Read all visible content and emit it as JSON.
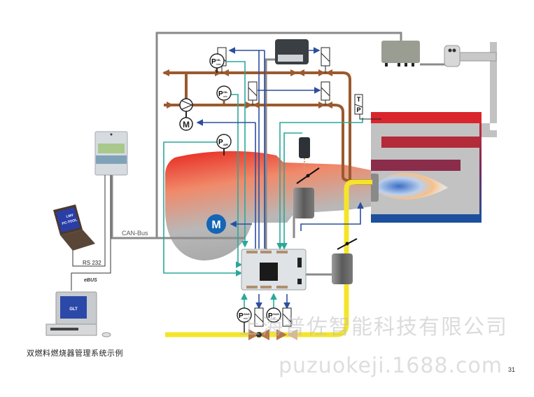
{
  "diagram": {
    "caption": "双燃料燃烧器管理系统示例",
    "labels": {
      "can_bus": "CAN-Bus",
      "rs232": "RS 232",
      "ebus": "eBUS",
      "laptop_screen": [
        "LMV",
        "PC-TOOL"
      ],
      "glt_screen": "GLT",
      "motor": "M",
      "pump_motor": "M",
      "tp_switch": [
        "T",
        "P"
      ]
    },
    "pressure_gauges": [
      {
        "id": "oil-max",
        "letter": "P",
        "sub": "OIL",
        "subsub": "max"
      },
      {
        "id": "oil-min",
        "letter": "P",
        "sub": "OIL",
        "subsub": "min"
      },
      {
        "id": "air",
        "letter": "P",
        "sub": "AIR",
        "subsub": ""
      },
      {
        "id": "gas-min",
        "letter": "P",
        "sub": "GAS",
        "subsub": "min"
      },
      {
        "id": "gas-lt",
        "letter": "P",
        "sub": "GAS",
        "subsub": "LT"
      }
    ],
    "colors": {
      "oil_pipe": "#9b5a2e",
      "gas_pipe": "#f5e52a",
      "signal_teal": "#2aa89a",
      "signal_blue": "#2d4e9e",
      "bus_gray": "#8a8a8a",
      "boiler_hot": "#d9252c",
      "boiler_cold": "#1d4f9c",
      "motor_blue": "#1565b5"
    }
  },
  "watermark": {
    "company": "上海普佐智能科技有限公司",
    "url": "puzuokeji.1688.com"
  },
  "page_number": "31"
}
